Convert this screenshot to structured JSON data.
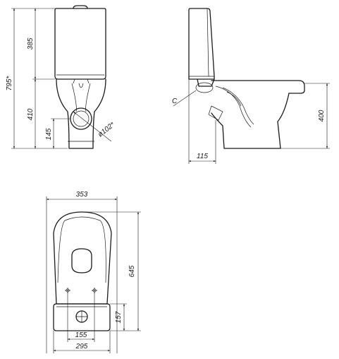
{
  "front_view": {
    "dims": {
      "total_height": "795*",
      "tank_height": "385",
      "bowl_height": "410",
      "outlet_height": "145",
      "outlet_diameter": "ø102*"
    }
  },
  "side_view": {
    "dims": {
      "seat_height": "400",
      "outlet_offset": "115",
      "callout": "C"
    }
  },
  "top_view": {
    "dims": {
      "width": "353",
      "depth": "645",
      "tank_depth": "157",
      "fixing_spacing": "155",
      "tank_width": "295"
    }
  }
}
